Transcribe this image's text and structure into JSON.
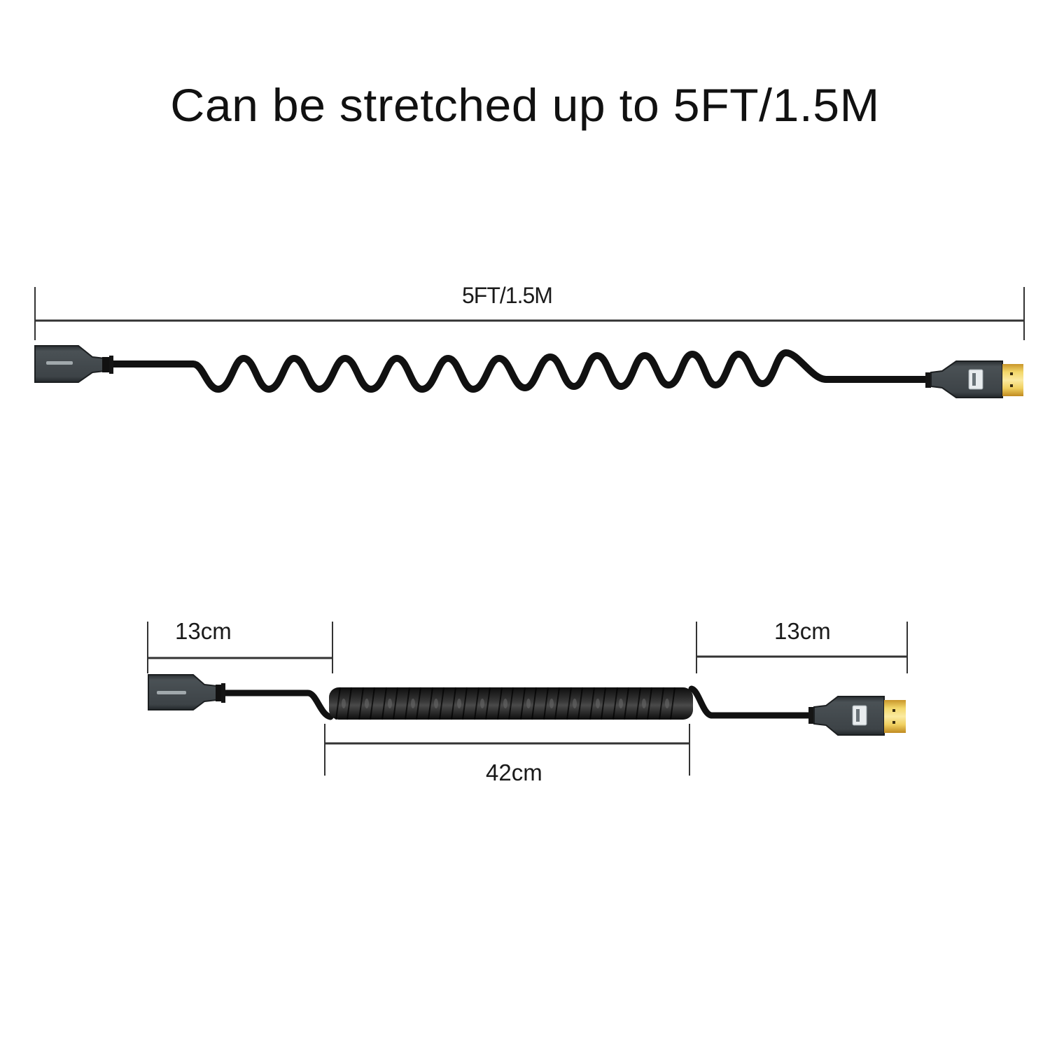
{
  "header": {
    "title": "Can be stretched up to 5FT/1.5M"
  },
  "stretched_view": {
    "dimension_label": "5FT/1.5M",
    "cable_state": "stretched",
    "connector_left": "hdmi-female",
    "connector_right": "hdmi-male",
    "wave_peaks": 12
  },
  "coiled_view": {
    "left_segment_label": "13cm",
    "coil_segment_label": "42cm",
    "right_segment_label": "13cm",
    "cable_state": "coiled",
    "connector_left": "hdmi-female",
    "connector_right": "hdmi-male",
    "coil_turns": 31
  },
  "colors": {
    "background": "#ffffff",
    "cable": "#111111",
    "connector_body": "#3d4347",
    "connector_edge": "#1c1f21",
    "gold_tip": "#e6b83a",
    "dimension_line": "#333333"
  }
}
